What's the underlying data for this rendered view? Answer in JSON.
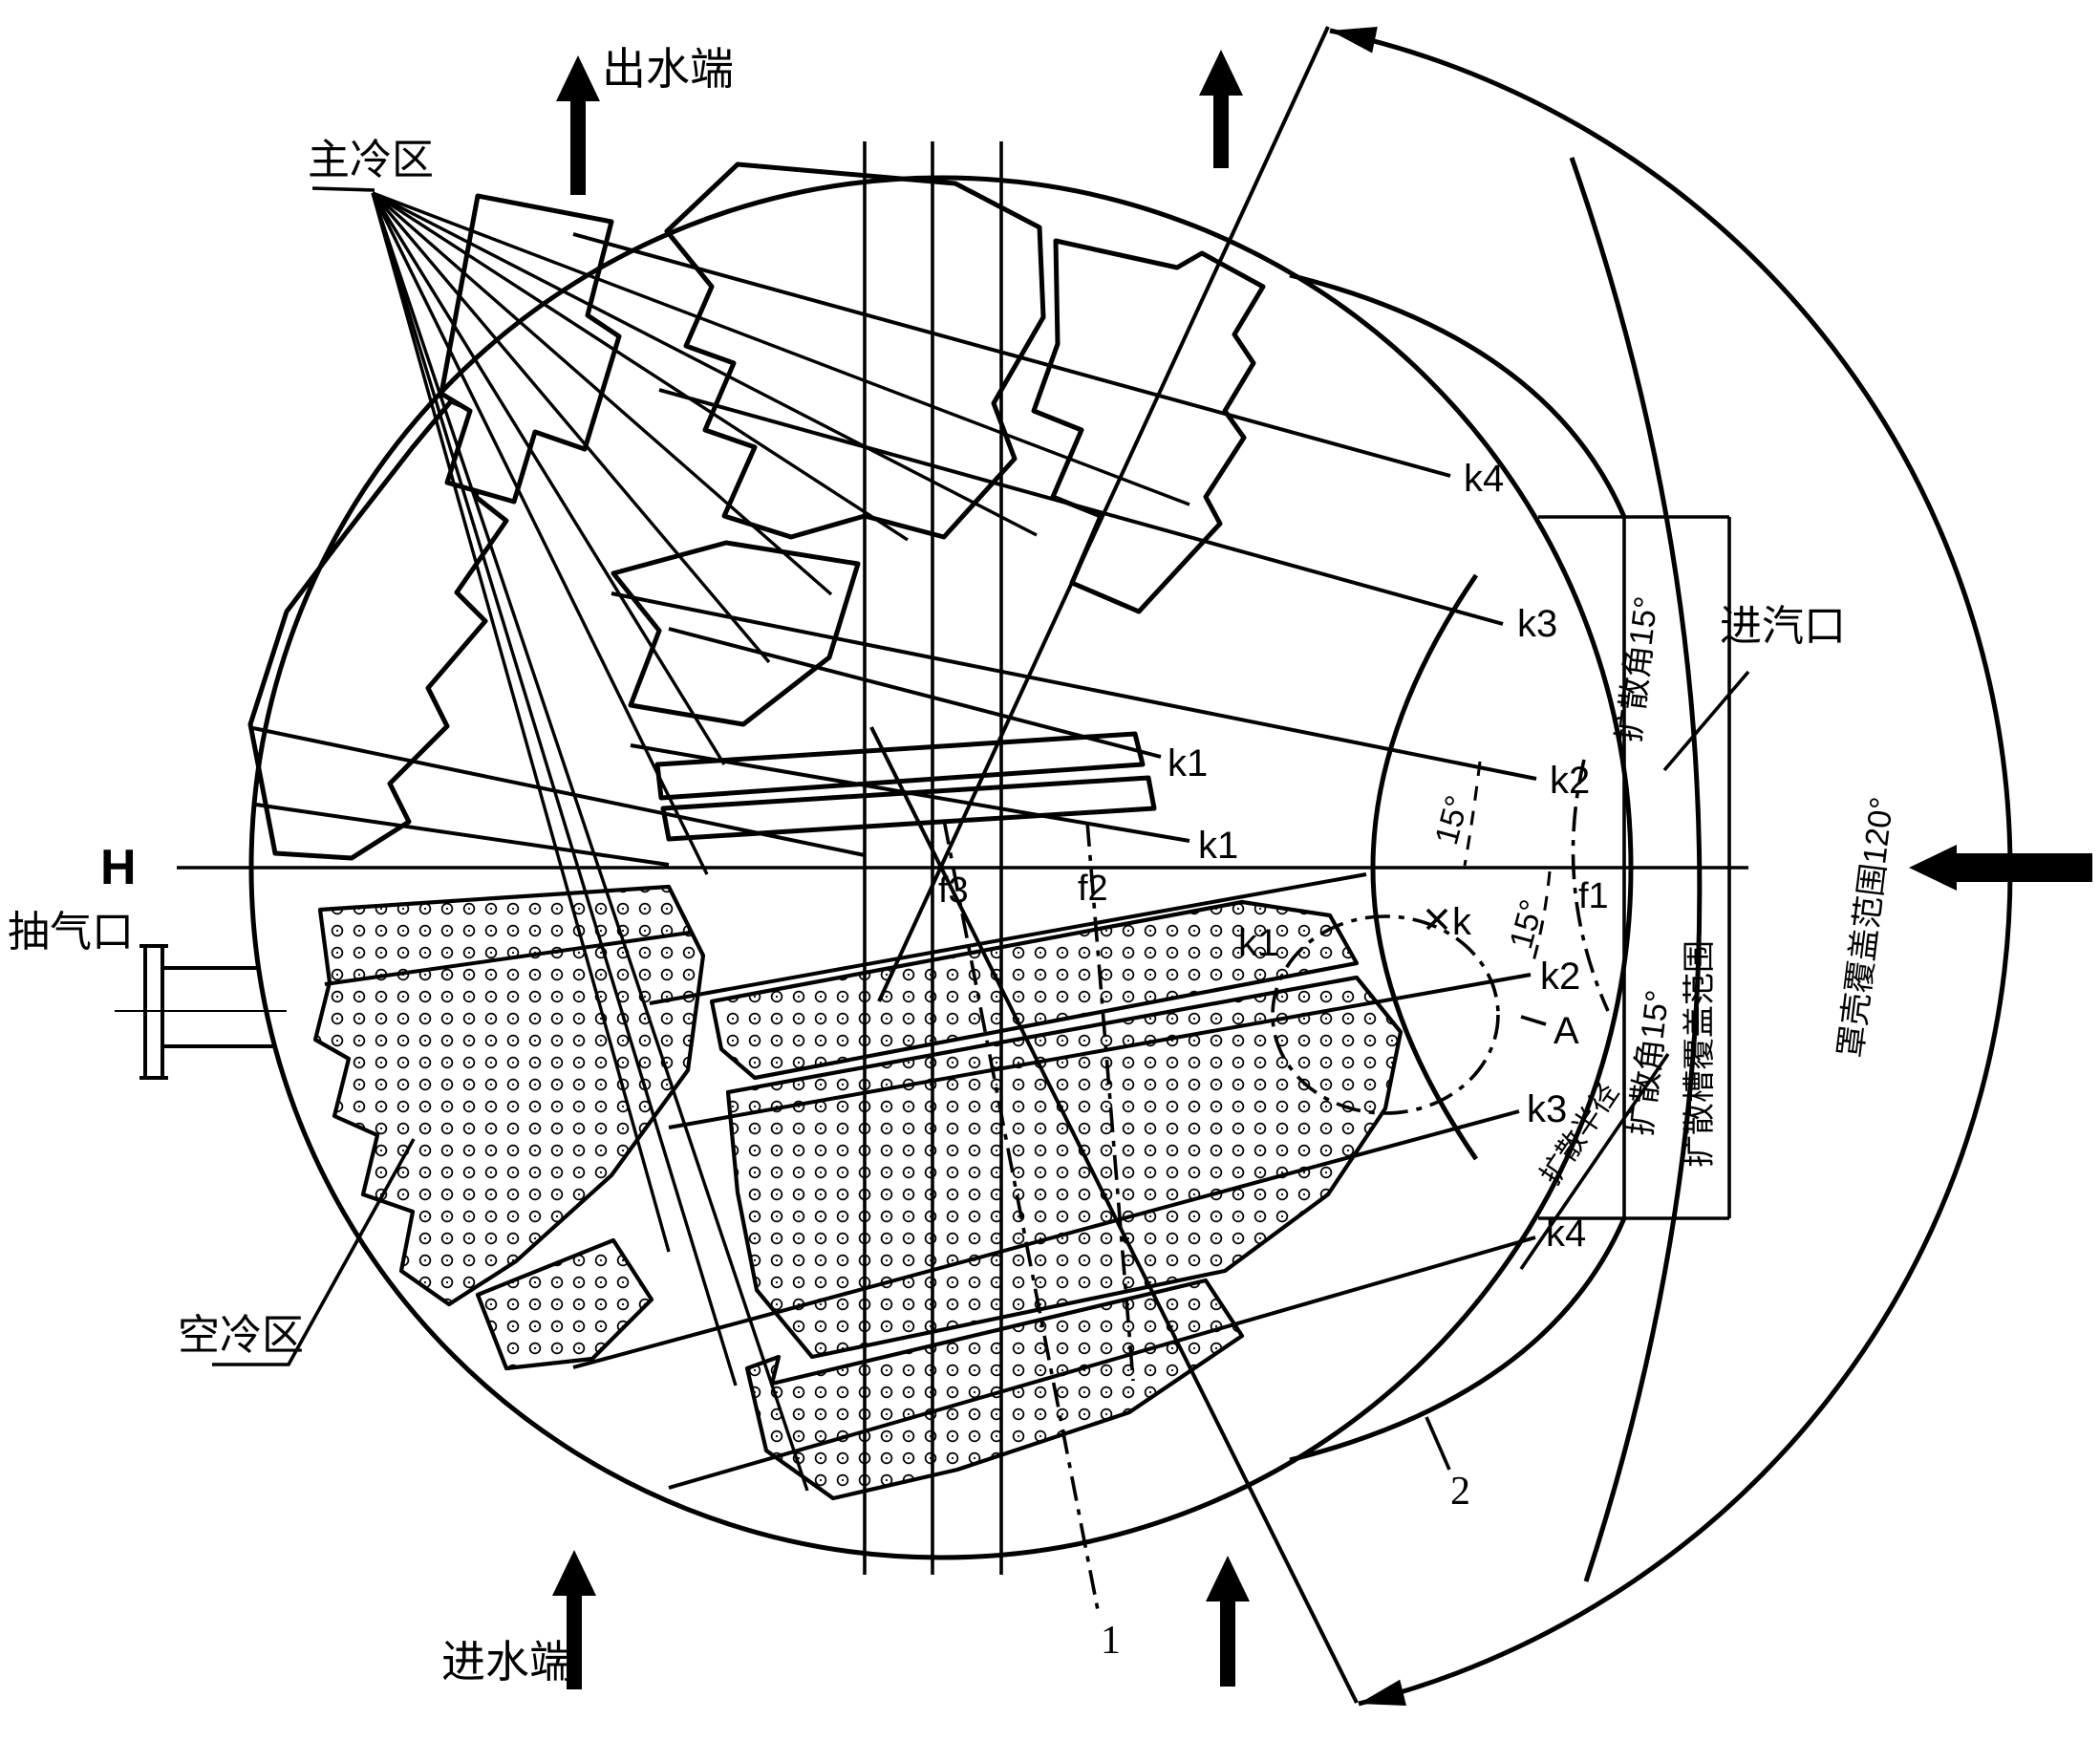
{
  "labels": {
    "flow": {
      "outlet_top": "出水端",
      "inlet_bottom": "进水端",
      "steam_inlet": "进汽口",
      "extraction_port": "抽气口"
    },
    "zones": {
      "main_cooling": "主冷区",
      "air_cooling": "空冷区"
    },
    "axis": {
      "h": "H"
    },
    "coverage": {
      "shell": "罩壳覆盖范围120°",
      "slot": "扩散槽覆盖范围"
    },
    "diffusion": {
      "angle_upper": "扩散角15°",
      "angle_lower": "扩散角15°",
      "radius": "扩散半径",
      "dim_upper": "15°",
      "dim_lower": "15°"
    },
    "lanes": {
      "k4_upper": "k4",
      "k3_upper": "k3",
      "k2_upper": "k2",
      "k1_a": "k1",
      "k1_b": "k1",
      "k1_c": "k1",
      "k2_lower": "k2",
      "k3_lower": "k3",
      "k4_lower": "k4",
      "k_circle": "k",
      "a_point": "A"
    },
    "flow_lines": {
      "f1": "f1",
      "f2": "f2",
      "f3": "f3"
    },
    "part_numbers": {
      "n1": "1",
      "n2": "2"
    }
  },
  "icons": {
    "flow_arrow_up": "filled upward flow arrow",
    "flow_arrow_left": "filled leftward steam-inlet arrow",
    "arc_arrowhead": "arrowhead at end of 120-degree coverage arc",
    "x_marker": "small x cross marking circle k"
  }
}
